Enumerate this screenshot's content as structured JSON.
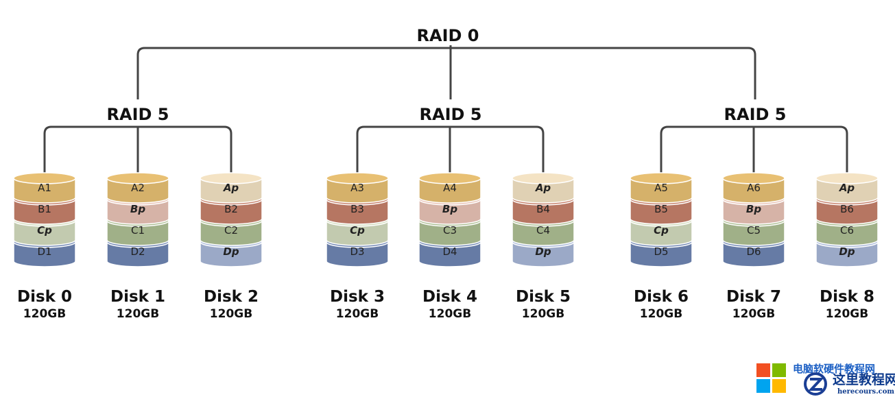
{
  "top_label": "RAID 0",
  "groups": [
    {
      "label": "RAID 5",
      "disks": [
        {
          "name": "Disk 0",
          "size": "120GB",
          "blocks": [
            "A1",
            "B1",
            "Cp",
            "D1"
          ]
        },
        {
          "name": "Disk 1",
          "size": "120GB",
          "blocks": [
            "A2",
            "Bp",
            "C1",
            "D2"
          ]
        },
        {
          "name": "Disk 2",
          "size": "120GB",
          "blocks": [
            "Ap",
            "B2",
            "C2",
            "Dp"
          ]
        }
      ]
    },
    {
      "label": "RAID 5",
      "disks": [
        {
          "name": "Disk 3",
          "size": "120GB",
          "blocks": [
            "A3",
            "B3",
            "Cp",
            "D3"
          ]
        },
        {
          "name": "Disk 4",
          "size": "120GB",
          "blocks": [
            "A4",
            "Bp",
            "C3",
            "D4"
          ]
        },
        {
          "name": "Disk 5",
          "size": "120GB",
          "blocks": [
            "Ap",
            "B4",
            "C4",
            "Dp"
          ]
        }
      ]
    },
    {
      "label": "RAID 5",
      "disks": [
        {
          "name": "Disk 6",
          "size": "120GB",
          "blocks": [
            "A5",
            "B5",
            "Cp",
            "D5"
          ]
        },
        {
          "name": "Disk 7",
          "size": "120GB",
          "blocks": [
            "A6",
            "Bp",
            "C5",
            "D6"
          ]
        },
        {
          "name": "Disk 8",
          "size": "120GB",
          "blocks": [
            "Ap",
            "B6",
            "C6",
            "Dp"
          ]
        }
      ]
    }
  ],
  "colors": {
    "row_a": "#e8c073",
    "row_a_parity": "#f4e3c4",
    "row_b": "#c6806a",
    "row_b_parity": "#e9c3b6",
    "row_c": "#aebf94",
    "row_c_parity": "#d3dcbe",
    "row_d": "#6f86b3",
    "row_d_parity": "#a8b8d8",
    "line": "#444444"
  },
  "watermark": {
    "title_top": "电脑软硬件教程网",
    "title": "这里教程网",
    "url": "herecours.com",
    "logo_icon": "windows-logo-icon"
  }
}
